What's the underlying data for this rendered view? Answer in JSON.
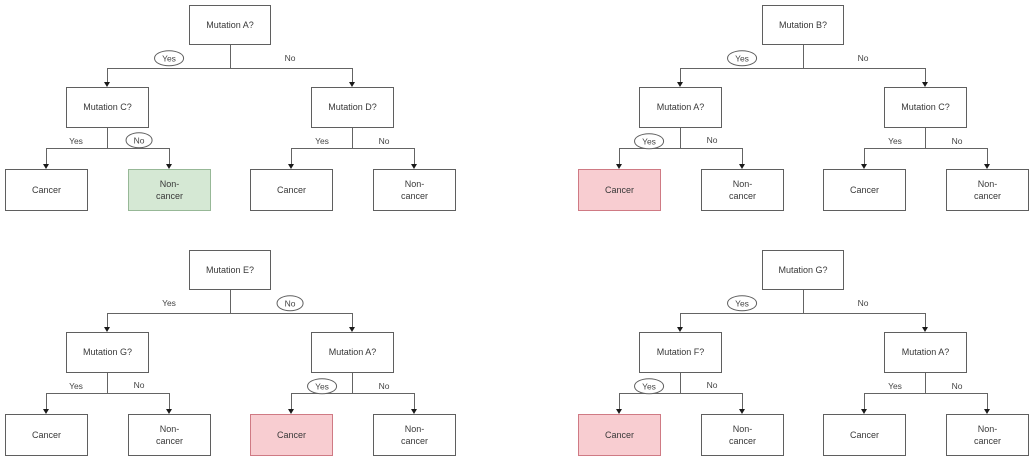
{
  "diagram": {
    "description": "Four binary decision trees classifying mutations into Cancer or Non-cancer",
    "colors": {
      "line": "#646464",
      "node_border": "#5f5f5f",
      "node_fill": "#ffffff",
      "green_fill": "#d5e8d4",
      "green_border": "#97b897",
      "pink_fill": "#f8cdd1",
      "pink_border": "#cf7a84"
    },
    "trees": [
      {
        "id": "mutation-a",
        "root": "Mutation A?",
        "left_child": "Mutation C?",
        "right_child": "Mutation D?",
        "edges": {
          "root_yes": {
            "label": "Yes",
            "circled": true
          },
          "root_no": {
            "label": "No",
            "circled": false
          },
          "left_yes": {
            "label": "Yes",
            "circled": false
          },
          "left_no": {
            "label": "No",
            "circled": true
          },
          "right_yes": {
            "label": "Yes",
            "circled": false
          },
          "right_no": {
            "label": "No",
            "circled": false
          }
        },
        "leaves": [
          {
            "label": "Cancer",
            "highlight": "none"
          },
          {
            "label": "Non-\ncancer",
            "highlight": "green"
          },
          {
            "label": "Cancer",
            "highlight": "none"
          },
          {
            "label": "Non-\ncancer",
            "highlight": "none"
          }
        ]
      },
      {
        "id": "mutation-b",
        "root": "Mutation B?",
        "left_child": "Mutation A?",
        "right_child": "Mutation C?",
        "edges": {
          "root_yes": {
            "label": "Yes",
            "circled": true
          },
          "root_no": {
            "label": "No",
            "circled": false
          },
          "left_yes": {
            "label": "Yes",
            "circled": true
          },
          "left_no": {
            "label": "No",
            "circled": false
          },
          "right_yes": {
            "label": "Yes",
            "circled": false
          },
          "right_no": {
            "label": "No",
            "circled": false
          }
        },
        "leaves": [
          {
            "label": "Cancer",
            "highlight": "pink"
          },
          {
            "label": "Non-\ncancer",
            "highlight": "none"
          },
          {
            "label": "Cancer",
            "highlight": "none"
          },
          {
            "label": "Non-\ncancer",
            "highlight": "none"
          }
        ]
      },
      {
        "id": "mutation-e",
        "root": "Mutation E?",
        "left_child": "Mutation G?",
        "right_child": "Mutation A?",
        "edges": {
          "root_yes": {
            "label": "Yes",
            "circled": false
          },
          "root_no": {
            "label": "No",
            "circled": true
          },
          "left_yes": {
            "label": "Yes",
            "circled": false
          },
          "left_no": {
            "label": "No",
            "circled": false
          },
          "right_yes": {
            "label": "Yes",
            "circled": true
          },
          "right_no": {
            "label": "No",
            "circled": false
          }
        },
        "leaves": [
          {
            "label": "Cancer",
            "highlight": "none"
          },
          {
            "label": "Non-\ncancer",
            "highlight": "none"
          },
          {
            "label": "Cancer",
            "highlight": "pink"
          },
          {
            "label": "Non-\ncancer",
            "highlight": "none"
          }
        ]
      },
      {
        "id": "mutation-g",
        "root": "Mutation G?",
        "left_child": "Mutation F?",
        "right_child": "Mutation A?",
        "edges": {
          "root_yes": {
            "label": "Yes",
            "circled": true
          },
          "root_no": {
            "label": "No",
            "circled": false
          },
          "left_yes": {
            "label": "Yes",
            "circled": true
          },
          "left_no": {
            "label": "No",
            "circled": false
          },
          "right_yes": {
            "label": "Yes",
            "circled": false
          },
          "right_no": {
            "label": "No",
            "circled": false
          }
        },
        "leaves": [
          {
            "label": "Cancer",
            "highlight": "pink"
          },
          {
            "label": "Non-\ncancer",
            "highlight": "none"
          },
          {
            "label": "Cancer",
            "highlight": "none"
          },
          {
            "label": "Non-\ncancer",
            "highlight": "none"
          }
        ]
      }
    ]
  }
}
